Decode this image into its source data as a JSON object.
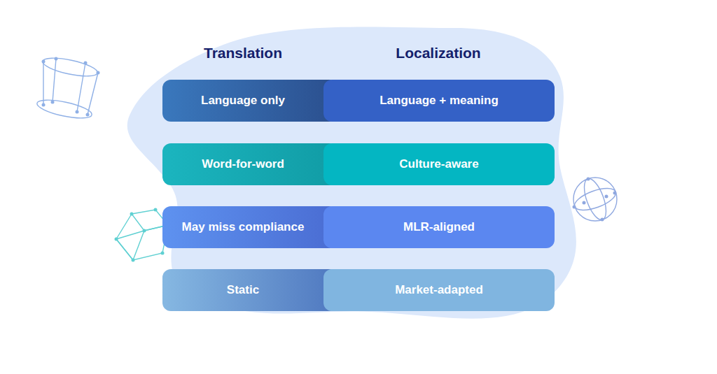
{
  "diagram": {
    "nodes": [
      {
        "text": [
          "Language only"
        ]
      },
      {
        "text": [
          "Language + meaning"
        ]
      },
      {
        "text": [
          "Word-for-word"
        ]
      },
      {
        "text": [
          "Culture-aware"
        ]
      },
      {
        "text": [
          "May miss compliance"
        ]
      },
      {
        "text": [
          "MLR-aligned"
        ]
      },
      {
        "text": [
          "Static"
        ]
      },
      {
        "text": [
          "Market-adapted"
        ]
      }
    ],
    "labels": [
      "Translation",
      "Localization"
    ]
  }
}
